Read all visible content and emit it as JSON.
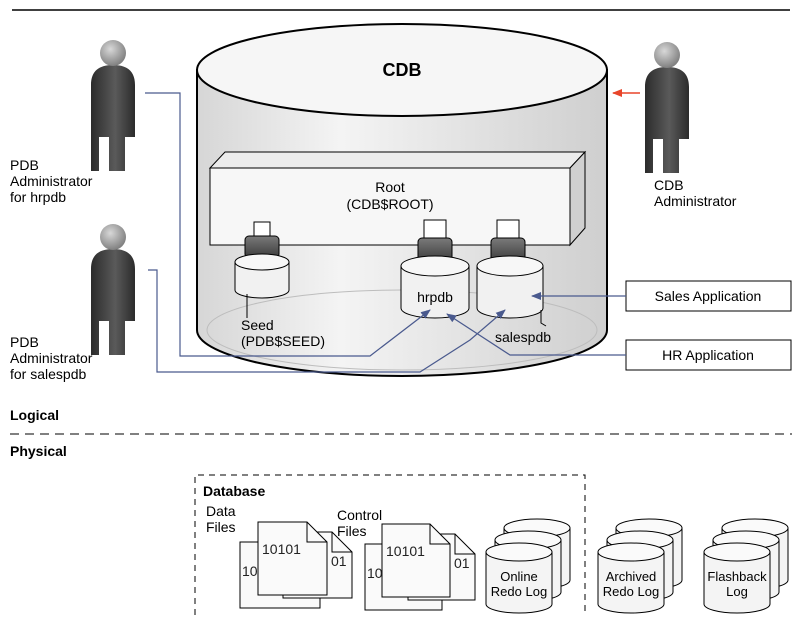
{
  "cdb": {
    "title": "CDB"
  },
  "root": {
    "line1": "Root",
    "line2": "(CDB$ROOT)"
  },
  "seed": {
    "line1": "Seed",
    "line2": "(PDB$SEED)"
  },
  "pdbs": {
    "hrpdb": "hrpdb",
    "salespdb": "salespdb"
  },
  "apps": {
    "sales": "Sales Application",
    "hr": "HR Application"
  },
  "admins": {
    "hr": [
      "PDB",
      "Administrator",
      "for hrpdb"
    ],
    "sales": [
      "PDB",
      "Administrator",
      "for salespdb"
    ],
    "cdb": [
      "CDB",
      "Administrator"
    ]
  },
  "sections": {
    "logical": "Logical",
    "physical": "Physical"
  },
  "database": {
    "title": "Database",
    "data_files": [
      "Data",
      "Files"
    ],
    "control_files": [
      "Control",
      "Files"
    ],
    "file_bits": [
      "10101",
      "10",
      "01"
    ],
    "online_redo": [
      "Online",
      "Redo Log"
    ]
  },
  "archived_redo": [
    "Archived",
    "Redo Log"
  ],
  "flashback": [
    "Flashback",
    "Log"
  ],
  "colors": {
    "accent_arrow": "#e8452a",
    "connector": "#4a5a8e"
  }
}
